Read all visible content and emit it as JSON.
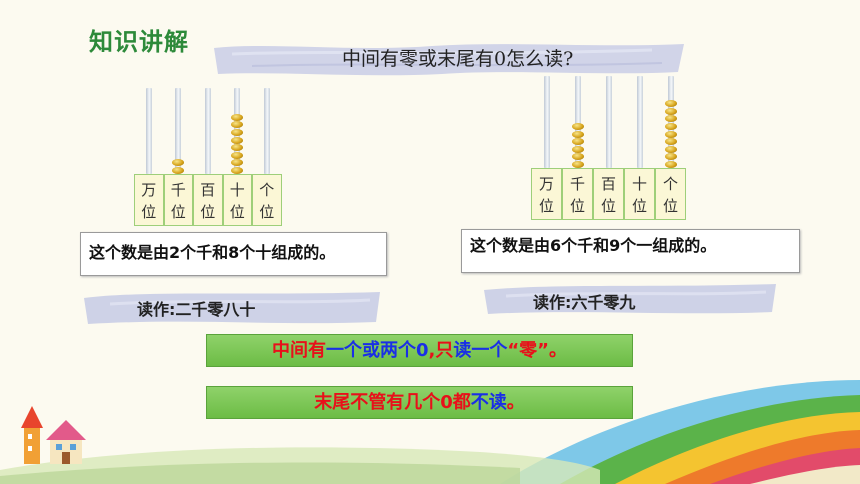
{
  "section_title": "知识讲解",
  "question": "中间有零或末尾有0怎么读?",
  "left_abacus": {
    "place_chars": [
      [
        "万",
        "位"
      ],
      [
        "千",
        "位"
      ],
      [
        "百",
        "位"
      ],
      [
        "十",
        "位"
      ],
      [
        "个",
        "位"
      ]
    ],
    "beads": [
      0,
      2,
      0,
      8,
      0
    ]
  },
  "right_abacus": {
    "place_chars": [
      [
        "万",
        "位"
      ],
      [
        "千",
        "位"
      ],
      [
        "百",
        "位"
      ],
      [
        "十",
        "位"
      ],
      [
        "个",
        "位"
      ]
    ],
    "beads": [
      0,
      6,
      0,
      0,
      9
    ]
  },
  "left_sentence": "这个数是由2个千和8个十组成的。",
  "right_sentence": "这个数是由6个千和9个一组成的。",
  "left_reading": "读作:二千零八十",
  "right_reading": "读作:六千零九",
  "rule1": {
    "part1": "中间有",
    "part2": "一个或两个0",
    "part3": ",只",
    "part4": "读一个",
    "part5": "“零”",
    "part6": "。"
  },
  "rule2": {
    "part1": "末尾不管有几个0都",
    "part2": "不读",
    "part3": "。"
  },
  "colors": {
    "title_green": "#2d8a3a",
    "rule_red": "#e8101a",
    "rule_blue": "#1a2fe6",
    "bar_green": "#7cc653"
  }
}
